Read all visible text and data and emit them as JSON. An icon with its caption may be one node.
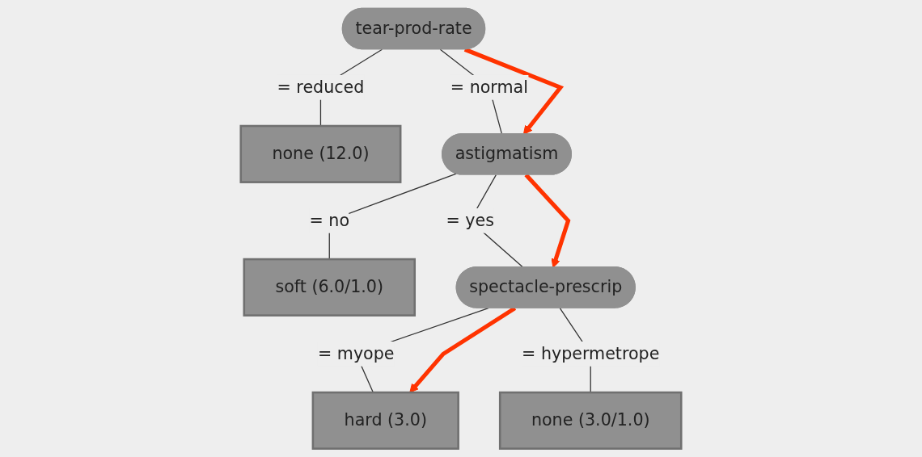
{
  "diagram": {
    "nodes": [
      {
        "text": [
          "tear-prod-rate"
        ]
      },
      {
        "text": [
          "none (12.0)"
        ]
      },
      {
        "text": [
          "astigmatism"
        ]
      },
      {
        "text": [
          "soft (6.0/1.0)"
        ]
      },
      {
        "text": [
          "spectacle-prescrip"
        ]
      },
      {
        "text": [
          "hard (3.0)"
        ]
      },
      {
        "text": [
          "none (3.0/1.0)"
        ]
      }
    ],
    "edges": [
      {
        "from": 0,
        "to": 1,
        "arrow": "none",
        "label": "= reduced"
      },
      {
        "from": 0,
        "to": 2,
        "arrow": "none",
        "label": "= normal"
      },
      {
        "from": 2,
        "to": 3,
        "arrow": "none",
        "label": "= no"
      },
      {
        "from": 2,
        "to": 4,
        "arrow": "none",
        "label": "= yes"
      },
      {
        "from": 4,
        "to": 5,
        "arrow": "none",
        "label": "= myope"
      },
      {
        "from": 4,
        "to": 6,
        "arrow": "none",
        "label": "= hypermetrope"
      },
      {
        "from": 0,
        "to": 2,
        "arrow": "to",
        "style": "thick",
        "color": "#ff3300"
      },
      {
        "from": 2,
        "to": 4,
        "arrow": "to",
        "style": "thick",
        "color": "#ff3300"
      },
      {
        "from": 4,
        "to": 5,
        "arrow": "to",
        "style": "thick",
        "color": "#ff3300"
      }
    ]
  }
}
